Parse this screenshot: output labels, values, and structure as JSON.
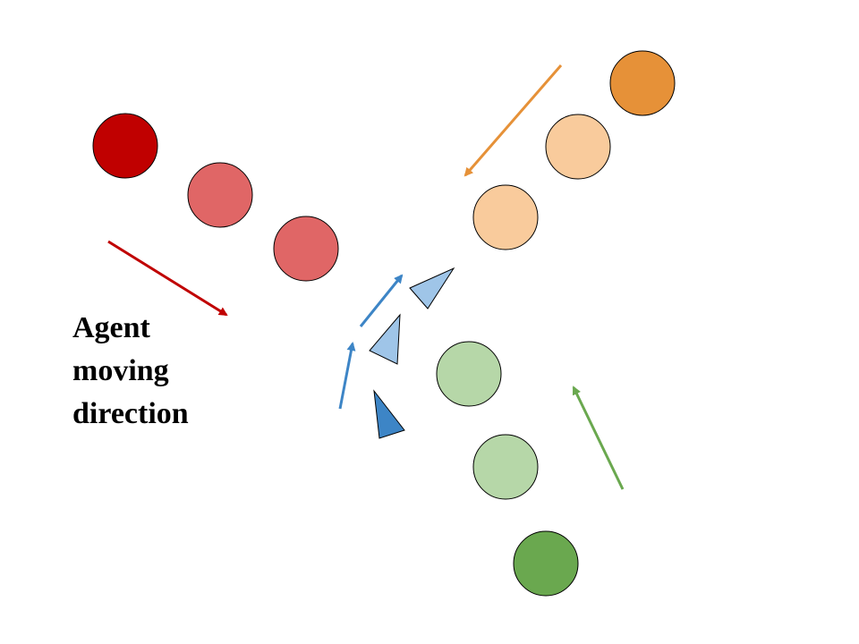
{
  "legend": {
    "label_lines": [
      "Agent",
      "moving",
      "direction"
    ]
  },
  "colors": {
    "red_dark": "#c00000",
    "red_light": "#e06666",
    "orange_dark": "#e69138",
    "orange_light": "#f9cb9c",
    "green_dark": "#6aa84f",
    "green_light": "#b6d7a8",
    "blue_dark": "#3d85c6",
    "blue_light": "#9fc5e8",
    "outline": "#000000"
  },
  "groups": [
    {
      "name": "red",
      "direction": "down-right"
    },
    {
      "name": "orange",
      "direction": "down-left"
    },
    {
      "name": "green",
      "direction": "up"
    },
    {
      "name": "blue",
      "direction": "up-right"
    }
  ]
}
